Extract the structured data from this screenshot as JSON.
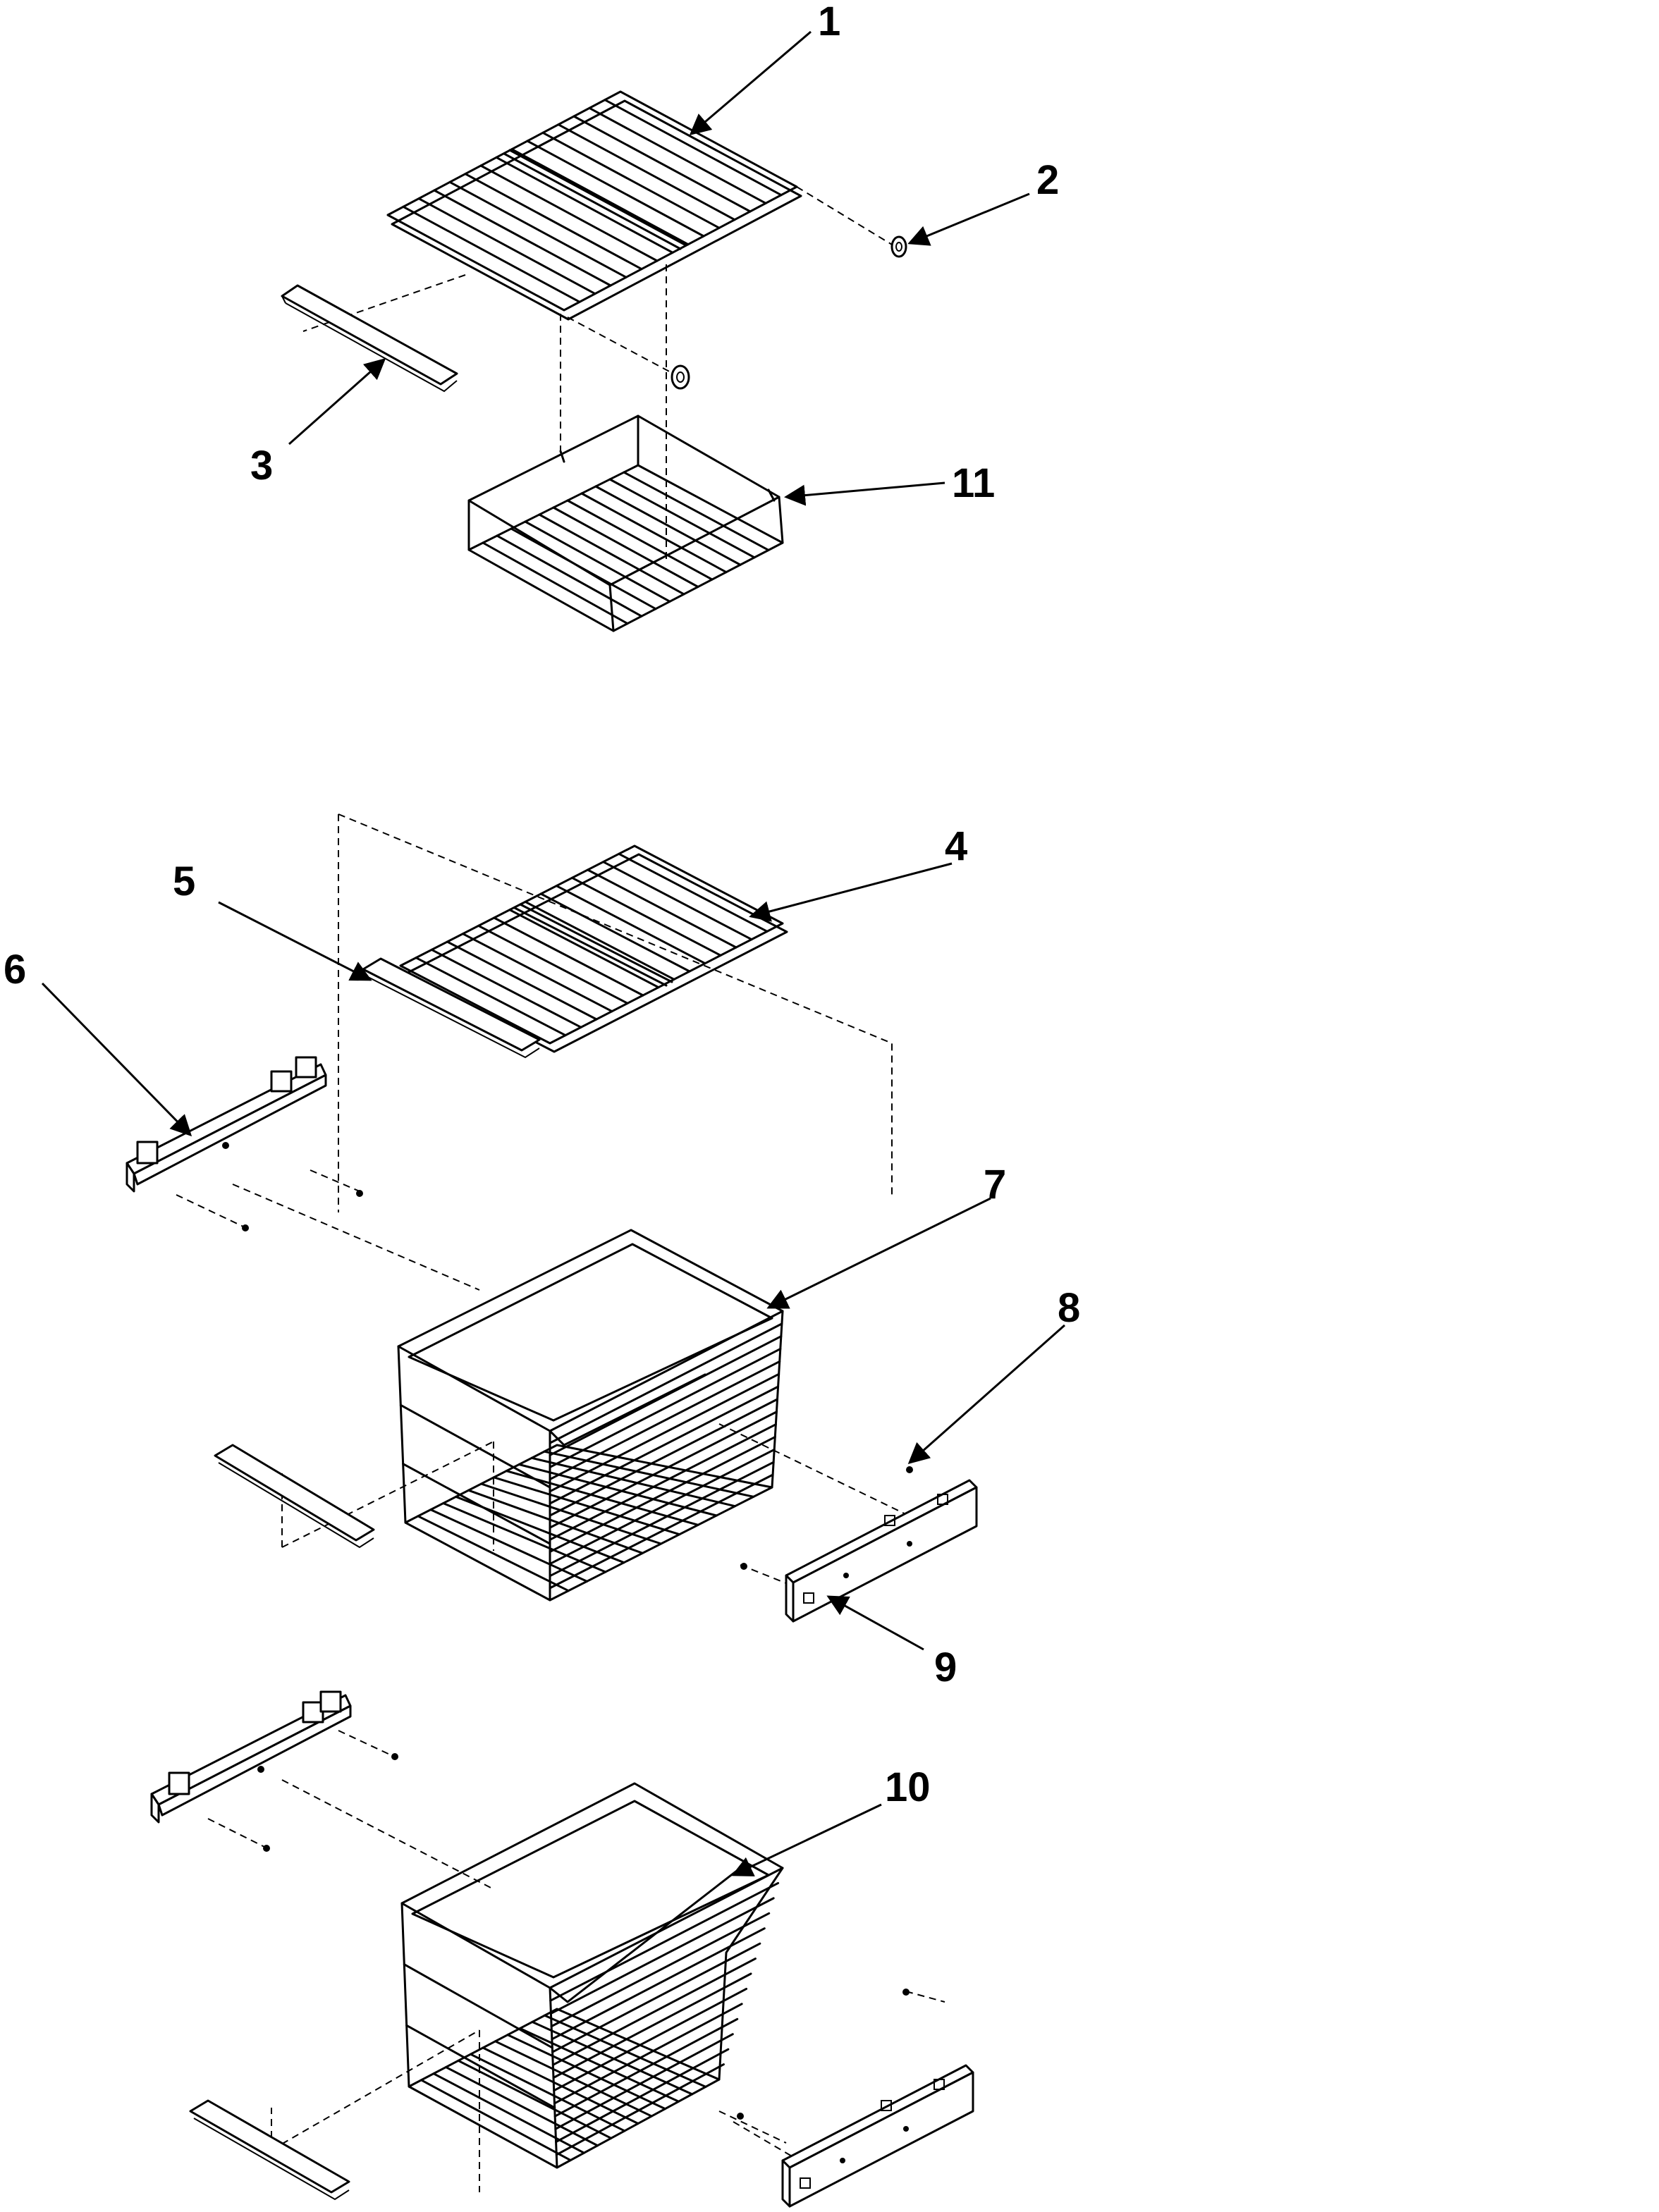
{
  "parts": [
    {
      "number": "1",
      "icon": "wire-shelf"
    },
    {
      "number": "2",
      "icon": "clip"
    },
    {
      "number": "3",
      "icon": "shelf-trim"
    },
    {
      "number": "4",
      "icon": "wire-shelf"
    },
    {
      "number": "5",
      "icon": "shelf-trim"
    },
    {
      "number": "6",
      "icon": "slide-rail"
    },
    {
      "number": "7",
      "icon": "wire-basket"
    },
    {
      "number": "8",
      "icon": "screw"
    },
    {
      "number": "9",
      "icon": "slide-rail"
    },
    {
      "number": "10",
      "icon": "wire-basket"
    },
    {
      "number": "11",
      "icon": "wire-rack"
    }
  ]
}
